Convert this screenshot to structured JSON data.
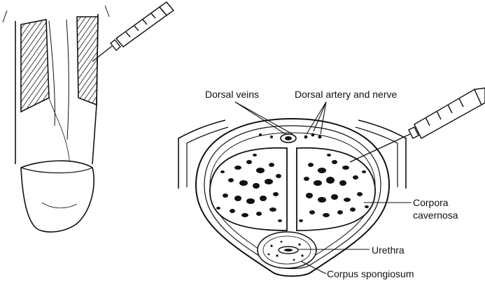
{
  "labels": {
    "dorsal_veins": "Dorsal veins",
    "dorsal_artery_nerve": "Dorsal artery and nerve",
    "corpora_cavernosa_line1": "Corpora",
    "corpora_cavernosa_line2": "cavernosa",
    "urethra": "Urethra",
    "corpus_spongiosum": "Corpus spongiosum"
  },
  "colors": {
    "ink": "#111111",
    "background": "#ffffff"
  }
}
